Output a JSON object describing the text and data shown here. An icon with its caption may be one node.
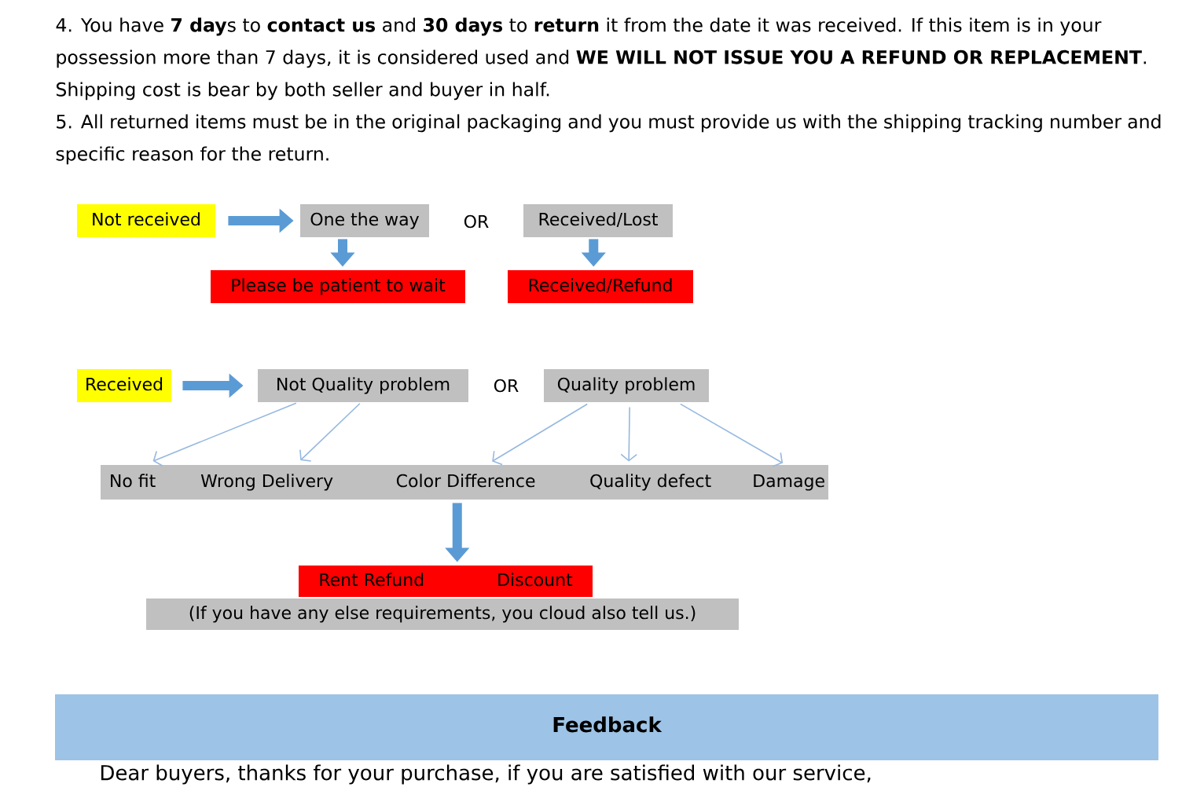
{
  "diagram": {
    "nodes": [
      {
        "text": [
          "Not received"
        ]
      },
      {
        "text": [
          "One the way"
        ]
      },
      {
        "text": [
          "Received/Lost"
        ]
      },
      {
        "text": [
          "Please be patient to wait"
        ]
      },
      {
        "text": [
          "Received/Refund"
        ]
      },
      {
        "text": [
          "Received"
        ]
      },
      {
        "text": [
          "Not Quality problem"
        ]
      },
      {
        "text": [
          "Quality problem"
        ]
      },
      {
        "text": [],
        "shape": "bar"
      },
      {
        "text": [
          "No fit"
        ],
        "in": 8
      },
      {
        "text": [
          "Wrong Delivery"
        ],
        "in": 8
      },
      {
        "text": [
          "Color Difference"
        ],
        "in": 8
      },
      {
        "text": [
          "Quality defect"
        ],
        "in": 8
      },
      {
        "text": [
          "Damage"
        ],
        "in": 8
      },
      {
        "text": [
          "Rent Refund",
          "Discount"
        ]
      },
      {
        "text": [
          "(If you have any else requirements, you cloud also tell us.)"
        ]
      },
      {
        "text": [
          "Feedback"
        ]
      }
    ],
    "edges": [
      {
        "from": 0,
        "to": 1,
        "arrow": "to",
        "style": "thick",
        "color": "#5b9bd5"
      },
      {
        "from": 1,
        "to": 3,
        "arrow": "to",
        "style": "thick",
        "color": "#5b9bd5"
      },
      {
        "from": 2,
        "to": 4,
        "arrow": "to",
        "style": "thick",
        "color": "#5b9bd5"
      },
      {
        "from": 5,
        "to": 6,
        "arrow": "to",
        "style": "thick",
        "color": "#5b9bd5"
      },
      {
        "from": 6,
        "to": 9,
        "arrow": "to"
      },
      {
        "from": 6,
        "to": 10,
        "arrow": "to"
      },
      {
        "from": 7,
        "to": 11,
        "arrow": "to"
      },
      {
        "from": 7,
        "to": 12,
        "arrow": "to"
      },
      {
        "from": 7,
        "to": 13,
        "arrow": "to"
      },
      {
        "from": 8,
        "to": 14,
        "arrow": "to",
        "style": "thick",
        "color": "#5b9bd5"
      }
    ],
    "labels": [
      "4. You have **7 day**s to **contact us** and **30 days** to **return** it from the date it was received. If this item is in your possession more than 7 days, it is considered used and **WE WILL NOT ISSUE YOU A REFUND OR REPLACEMENT**. Shipping cost is bear by both seller and buyer in half.",
      "5. All returned items must be in the original packaging and you must provide us with the shipping tracking number and specific reason for the return.",
      "OR",
      "OR",
      "Dear buyers, thanks for your purchase, if you are satisfied with our service,"
    ]
  }
}
